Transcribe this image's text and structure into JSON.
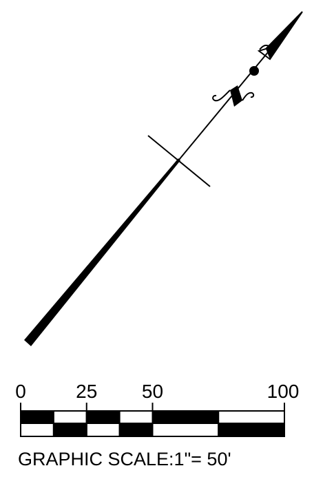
{
  "north_arrow": {
    "stroke_color": "#000000",
    "fill_color": "#000000",
    "background": "#ffffff"
  },
  "scale_bar": {
    "tick_labels": [
      "0",
      "25",
      "50",
      "100"
    ],
    "tick_values": [
      0,
      25,
      50,
      100
    ],
    "max_value": 100,
    "small_segment_value": 12.5,
    "caption": "GRAPHIC SCALE:1\"= 50'"
  }
}
